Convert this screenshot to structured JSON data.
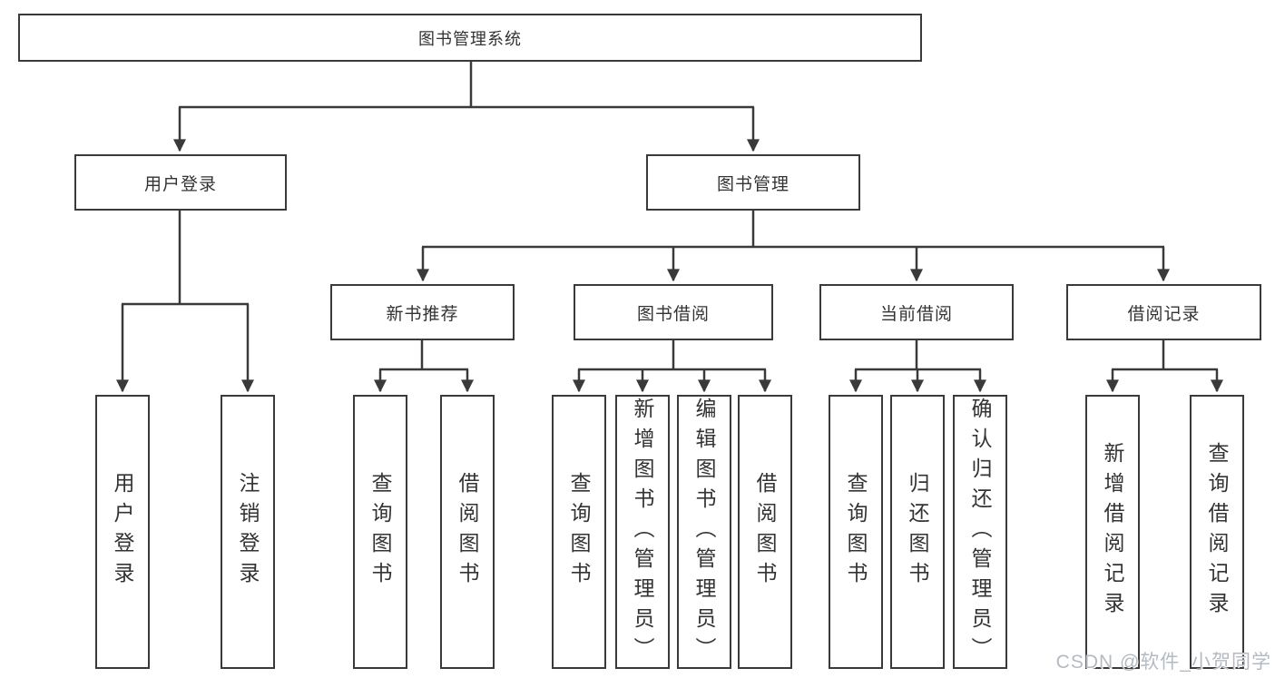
{
  "diagram": {
    "root": {
      "label": "图书管理系统"
    },
    "level2": [
      {
        "label": "用户登录"
      },
      {
        "label": "图书管理"
      }
    ],
    "level3": [
      {
        "label": "新书推荐"
      },
      {
        "label": "图书借阅"
      },
      {
        "label": "当前借阅"
      },
      {
        "label": "借阅记录"
      }
    ],
    "leaves": {
      "user_login": [
        {
          "label": "用户登录"
        },
        {
          "label": "注销登录"
        }
      ],
      "new_book": [
        {
          "label": "查询图书"
        },
        {
          "label": "借阅图书"
        }
      ],
      "book_borrow": [
        {
          "label": "查询图书"
        },
        {
          "label": "新增图书（管理员）"
        },
        {
          "label": "编辑图书（管理员）"
        },
        {
          "label": "借阅图书"
        }
      ],
      "current_borrow": [
        {
          "label": "查询图书"
        },
        {
          "label": "归还图书"
        },
        {
          "label": "确认归还（管理员）"
        }
      ],
      "borrow_record": [
        {
          "label": "新增借阅记录"
        },
        {
          "label": "查询借阅记录"
        }
      ]
    }
  },
  "watermark": "CSDN @软件_小贺同学",
  "colors": {
    "line": "#3a3a3a",
    "text": "#333333",
    "watermark": "#b3bac1",
    "background": "#ffffff"
  }
}
